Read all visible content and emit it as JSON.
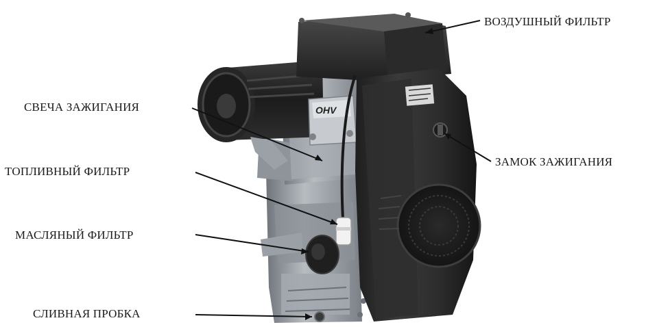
{
  "labels": {
    "air_filter": "ВОЗДУШНЫЙ ФИЛЬТР",
    "spark_plug": "СВЕЧА ЗАЖИГАНИЯ",
    "ignition_lock": "ЗАМОК ЗАЖИГАНИЯ",
    "fuel_filter": "ТОПЛИВНЫЙ ФИЛЬТР",
    "oil_filter": "МАСЛЯНЫЙ ФИЛЬТР",
    "drain_plug": "СЛИВНАЯ ПРОБКА"
  },
  "engine_marking": "OHV",
  "colors": {
    "engine_dark": "#2b2b2b",
    "engine_mid": "#4a4a4a",
    "metal": "#9aa0a6",
    "leader_line": "#111111"
  }
}
